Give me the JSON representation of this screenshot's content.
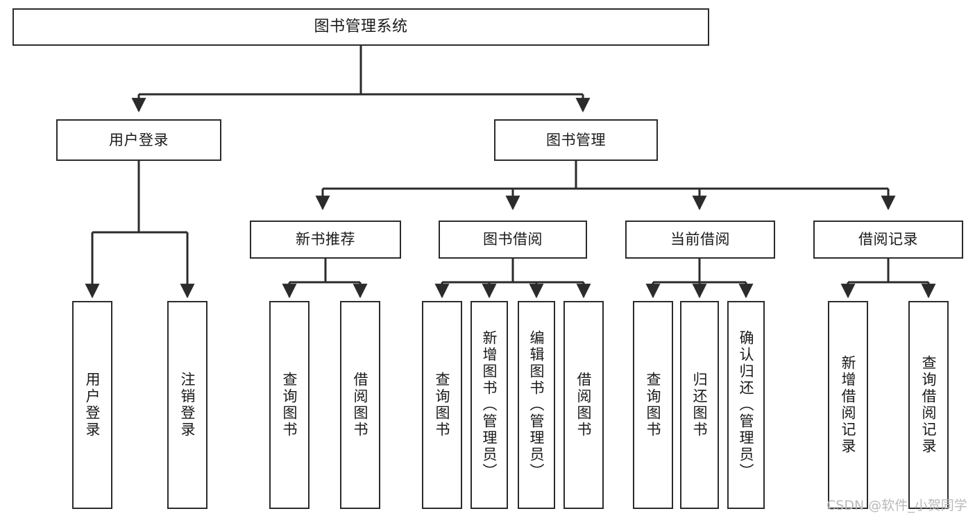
{
  "diagram": {
    "title": "图书管理系统",
    "type": "tree-hierarchy",
    "style": {
      "border_color": "#2b2b2b",
      "fill_color": "#ffffff",
      "line_color": "#2b2b2b",
      "text_color": "#1a1a1a",
      "background": "#ffffff"
    }
  },
  "root": {
    "label": "图书管理系统"
  },
  "level1": [
    {
      "label": "用户登录"
    },
    {
      "label": "图书管理"
    }
  ],
  "level2": [
    {
      "label": "新书推荐"
    },
    {
      "label": "图书借阅"
    },
    {
      "label": "当前借阅"
    },
    {
      "label": "借阅记录"
    }
  ],
  "leaves": {
    "user_login": [
      {
        "label": "用户登录"
      },
      {
        "label": "注销登录"
      }
    ],
    "new_book_recommend": [
      {
        "label": "查询图书"
      },
      {
        "label": "借阅图书"
      }
    ],
    "book_borrow": [
      {
        "label": "查询图书"
      },
      {
        "label": "新增图书（管理员）"
      },
      {
        "label": "编辑图书（管理员）"
      },
      {
        "label": "借阅图书"
      }
    ],
    "current_borrow": [
      {
        "label": "查询图书"
      },
      {
        "label": "归还图书"
      },
      {
        "label": "确认归还（管理员）"
      }
    ],
    "borrow_record": [
      {
        "label": "新增借阅记录"
      },
      {
        "label": "查询借阅记录"
      }
    ]
  },
  "watermark": {
    "text": "CSDN @软件_小贺同学"
  }
}
